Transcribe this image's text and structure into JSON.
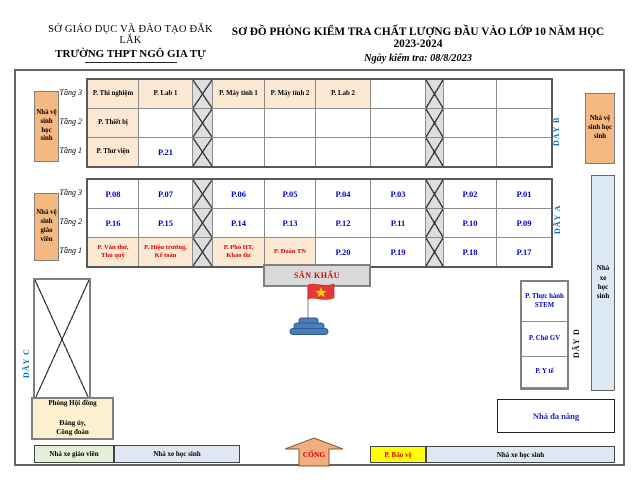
{
  "header": {
    "dept": "SỞ GIÁO DỤC VÀ ĐÀO TẠO ĐẮK LẮK",
    "school": "TRƯỜNG THPT NGÔ GIA TỰ",
    "title": "SƠ ĐỒ PHÒNG KIỂM TRA CHẤT LƯỢNG ĐẦU VÀO LỚP 10 NĂM HỌC 2023-2024",
    "date_line": "Ngày kiểm tra: 08/8/2023"
  },
  "floors": [
    "Tầng 3",
    "Tầng 2",
    "Tầng 1"
  ],
  "bB": {
    "label": "DÃY B",
    "t3": [
      "P. Thí nghiệm",
      "P. Lab 1",
      "",
      "P. Máy tính 1",
      "P. Máy tính 2",
      "P. Lab 2",
      "",
      "",
      "",
      ""
    ],
    "t2": [
      "P. Thiết bị",
      "",
      "",
      "",
      "",
      "",
      "",
      "",
      "",
      ""
    ],
    "t1": [
      "P. Thư viện",
      "P.21",
      "",
      "",
      "",
      "",
      "",
      "",
      "",
      ""
    ]
  },
  "bA": {
    "label": "DÃY A",
    "t3": [
      "P.08",
      "P.07",
      "",
      "P.06",
      "P.05",
      "P.04",
      "P.03",
      "",
      "P.02",
      "P.01"
    ],
    "t2": [
      "P.16",
      "P.15",
      "",
      "P.14",
      "P.13",
      "P.12",
      "P.11",
      "",
      "P.10",
      "P.09"
    ],
    "t1": [
      "P. Văn thư,\nThủ quỹ",
      "P. Hiệu trưởng,\nKế toán",
      "",
      "P. Phó HT,\nKhảo thí",
      "P. Đoàn TN",
      "P.20",
      "P.19",
      "",
      "P.18",
      "P.17"
    ]
  },
  "labels": {
    "day_c": "DÃY C",
    "day_d": "DÃY D"
  },
  "wc": {
    "top_left": "Nhà vệ sinh học sinh",
    "mid_left": "Nhà vệ sinh giáo viên",
    "top_right": "Nhà vệ sinh học sinh"
  },
  "rooms": {
    "stage": "SÂN KHẤU",
    "stem": "P. Thực hành\nSTEM",
    "cho_gv": "P. Chờ GV",
    "y_te": "P. Y tế",
    "hoi_dong": "Phòng Hội đồng\n\nĐảng ủy,\nCông đoàn",
    "da_nang": "Nhà đa năng",
    "bao_ve": "P. Bảo vệ",
    "cong": "CỔNG"
  },
  "parking": {
    "teacher_bottom": "Nhà xe giáo viên",
    "student_bottom_left": "Nhà xe học sinh",
    "student_bottom_right": "Nhà xe học sinh",
    "student_right_tall": "Nhà xe học sinh"
  },
  "colors": {
    "room_cream": "#FCE9D4",
    "wc_orange": "#F5B880",
    "stage_gray": "#D9D9D9",
    "parking_blue": "#DCE9F5",
    "parking_green": "#E3EFD9",
    "guard_yellow": "#FFFF00",
    "council_cream": "#FCF0CE",
    "gate_orange": "#F2AE7E",
    "room_number_blue": "#0000CC",
    "admin_red": "#D80000",
    "wing_label_blue": "#0070C0",
    "flag_red": "#E53935",
    "flag_star_yellow": "#FFD400",
    "podium_blue": "#4A7EBB"
  }
}
